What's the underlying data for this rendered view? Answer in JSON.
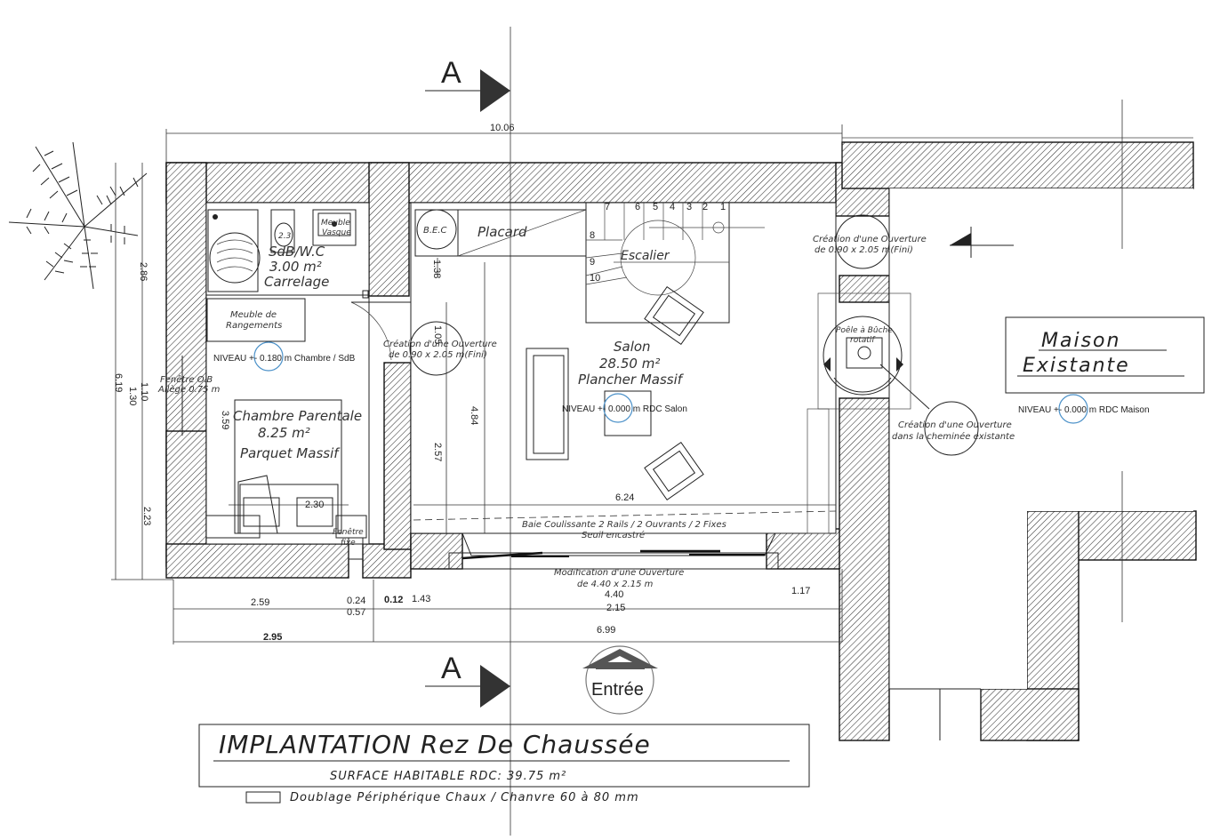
{
  "section_marks": {
    "top": "A",
    "bottom": "A"
  },
  "dims": {
    "overall_width": "10.06",
    "left_286": "2.86",
    "left_619": "6.19",
    "left_110": "1.10",
    "left_130": "1.30",
    "left_223": "2.23",
    "inner_359": "3.59",
    "inner_138": "1.38",
    "inner_105": "1.05",
    "inner_484": "4.84",
    "inner_257": "2.57",
    "inner_230": "2.30",
    "inner_624": "6.24",
    "bot_259": "2.59",
    "bot_024": "0.24",
    "bot_057": "0.57",
    "bot_012": "0.12",
    "bot_143": "1.43",
    "bot_440": "4.40",
    "bot_215": "2.15",
    "bot_117": "1.17",
    "bot_295": "2.95",
    "bot_699": "6.99"
  },
  "rooms": {
    "sdb_name": "SdB/W.C",
    "sdb_area": "3.00 m²",
    "sdb_floor": "Carrelage",
    "rangements": [
      "Meuble de",
      "Rangements"
    ],
    "meuble_vasque": [
      "Meuble",
      "Vasque"
    ],
    "wc_label": "2.3",
    "chambre_name": "Chambre Parentale",
    "chambre_area": "8.25 m²",
    "chambre_floor": "Parquet Massif",
    "salon_name": "Salon",
    "salon_area": "28.50 m²",
    "salon_floor": "Plancher Massif",
    "bec": "B.E.C",
    "placard": "Placard",
    "escalier": "Escalier",
    "stair_numbers": [
      "7",
      "6",
      "5",
      "4",
      "3",
      "2",
      "1",
      "8",
      "9",
      "10"
    ]
  },
  "notes": {
    "ouverture_1": [
      "Création d'une Ouverture",
      "de 0.90 x 2.05 m(Fini)"
    ],
    "ouverture_2": [
      "Création d'une Ouverture",
      "de 0.90 x 2.05 m(Fini)"
    ],
    "ouverture_3": [
      "Création d'une Ouverture",
      "dans la cheminée existante"
    ],
    "poele": [
      "Poêle à Bûche",
      "rotatif"
    ],
    "fenetre_ob": [
      "Fenêtre O.B",
      "Allège 0.75 m"
    ],
    "fenetre_small": [
      "Fenêtre",
      "fixe"
    ],
    "baie": [
      "Baie Coulissante 2 Rails / 2 Ouvrants / 2 Fixes",
      "Seuil encastré"
    ],
    "modif": [
      "Modification d'une Ouverture",
      "de 4.40 x 2.15 m"
    ]
  },
  "levels": {
    "chambre": "NIVEAU +- 0.180 m Chambre / SdB",
    "salon": "NIVEAU +- 0.000 m RDC Salon",
    "maison": "NIVEAU +- 0.000 m RDC Maison"
  },
  "maison_existante": [
    "Maison",
    "Existante"
  ],
  "entree": "Entrée",
  "title_block": {
    "title": "IMPLANTATION Rez De Chaussée",
    "surface": "SURFACE HABITABLE RDC: 39.75 m²",
    "legend": "Doublage Périphérique Chaux / Chanvre 60 à 80 mm"
  }
}
